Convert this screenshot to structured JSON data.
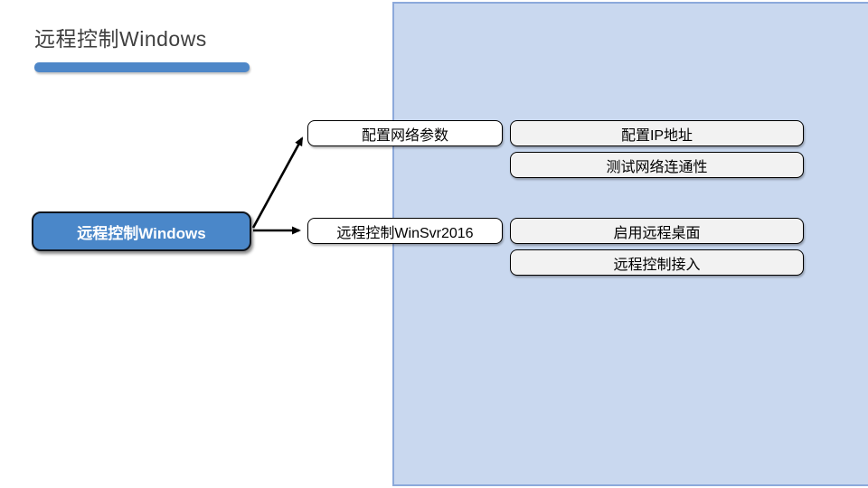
{
  "slide": {
    "title": "远程控制Windows",
    "accent_color": "#4E87C8",
    "panel_fill_color": "#C9D8EF",
    "panel_border_color": "#8CA9DB",
    "root_node_fill_color": "#4A87C9"
  },
  "diagram": {
    "root": {
      "label": "远程控制Windows"
    },
    "branches": [
      {
        "label": "配置网络参数",
        "children": [
          "配置IP地址",
          "测试网络连通性"
        ]
      },
      {
        "label": "远程控制WinSvr2016",
        "children": [
          "启用远程桌面",
          "远程控制接入"
        ]
      }
    ]
  }
}
